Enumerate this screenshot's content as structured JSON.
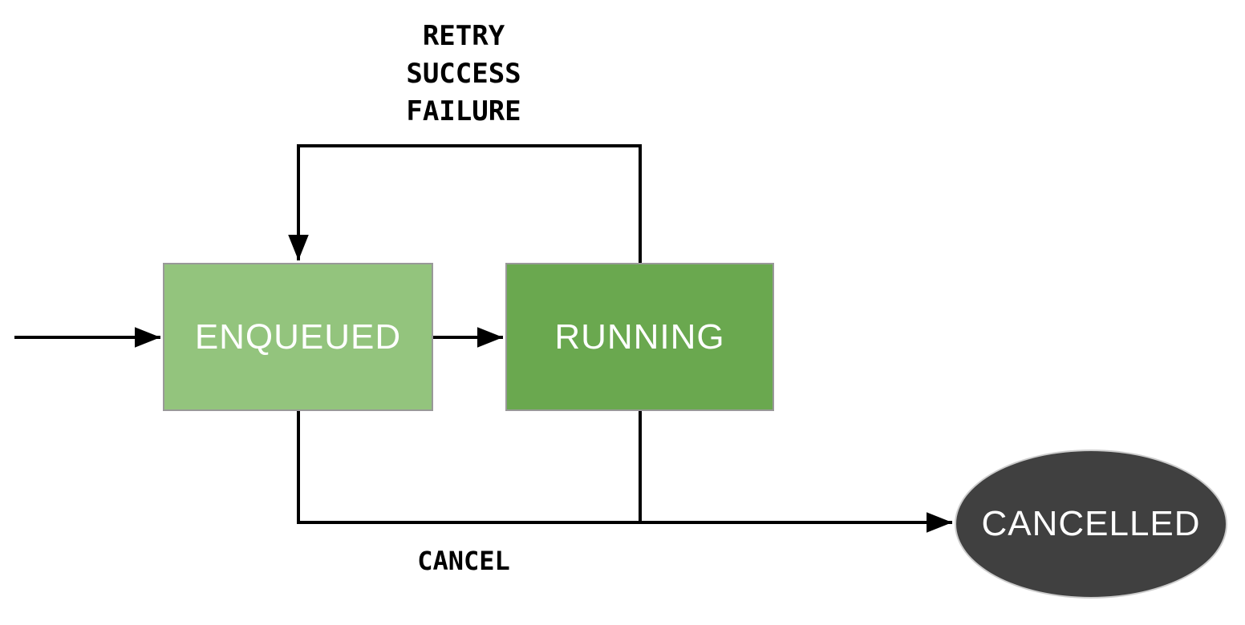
{
  "diagram": {
    "type": "state-machine",
    "background": "#ffffff",
    "line_color": "#000000",
    "nodes": {
      "enqueued": {
        "label": "ENQUEUED",
        "shape": "rectangle",
        "fill": "#93c47d",
        "border": "#999999",
        "text_color": "#ffffff"
      },
      "running": {
        "label": "RUNNING",
        "shape": "rectangle",
        "fill": "#6aa84f",
        "border": "#999999",
        "text_color": "#ffffff"
      },
      "cancelled": {
        "label": "CANCELLED",
        "shape": "ellipse",
        "fill": "#404040",
        "border": "#cccccc",
        "text_color": "#ffffff"
      }
    },
    "edges": [
      {
        "id": "start-to-enqueued",
        "from": "start",
        "to": "enqueued",
        "label": ""
      },
      {
        "id": "enqueued-to-running",
        "from": "enqueued",
        "to": "running",
        "label": ""
      },
      {
        "id": "running-to-enqueued",
        "from": "running",
        "to": "enqueued",
        "label": "RETRY / SUCCESS / FAILURE"
      },
      {
        "id": "to-cancelled",
        "from": "enqueued, running",
        "to": "cancelled",
        "label": "CANCEL"
      }
    ],
    "labels": {
      "retry": "RETRY",
      "success": "SUCCESS",
      "failure": "FAILURE",
      "cancel": "CANCEL"
    }
  }
}
